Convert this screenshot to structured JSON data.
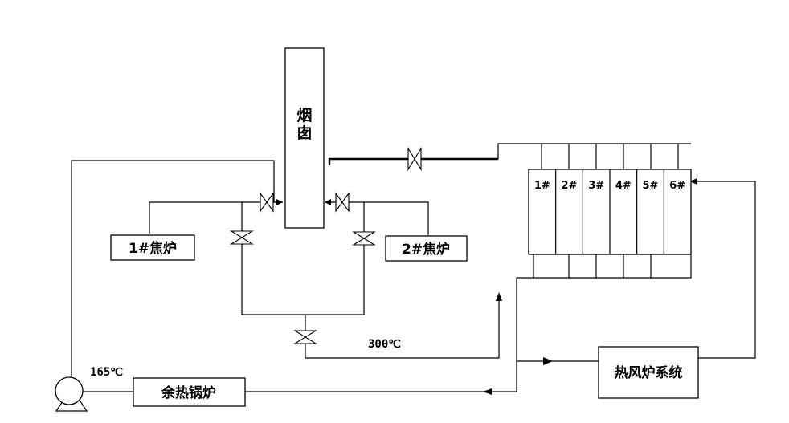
{
  "components": {
    "chimney": "烟囱",
    "coke_oven_1": "1#焦炉",
    "coke_oven_2": "2#焦炉",
    "waste_heat_boiler": "余热锅炉",
    "hot_air_furnace": "热风炉系统"
  },
  "units": [
    "1#",
    "2#",
    "3#",
    "4#",
    "5#",
    "6#"
  ],
  "temperatures": {
    "flue_gas": "300℃",
    "boiler_outlet": "165℃"
  }
}
